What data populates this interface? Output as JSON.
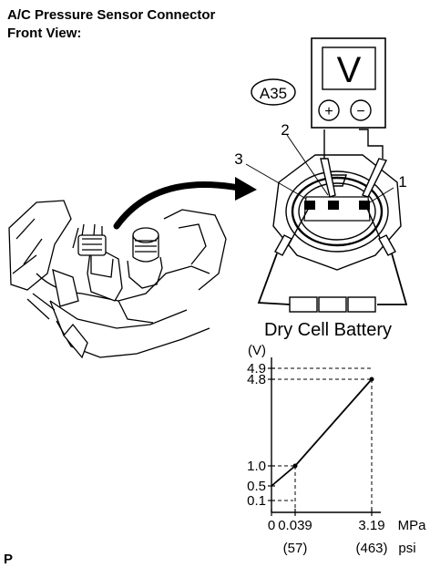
{
  "header": {
    "title_line1": "A/C Pressure Sensor Connector",
    "title_line2": "Front View:"
  },
  "connector": {
    "code": "A35",
    "pins": [
      "1",
      "2",
      "3"
    ]
  },
  "meter": {
    "display": "V",
    "plus": "+",
    "minus": "−"
  },
  "battery": {
    "label": "Dry Cell Battery"
  },
  "footer": {
    "mark": "P"
  },
  "chart_data": {
    "type": "line",
    "ylabel": "(V)",
    "xlabel": "",
    "x_unit_primary": "MPa",
    "x_unit_secondary": "psi",
    "x_ticks": [
      "0",
      "0.039",
      "3.19"
    ],
    "x_ticks_secondary": [
      "(57)",
      "(463)"
    ],
    "y_ticks": [
      "0.1",
      "0.5",
      "1.0",
      "4.8",
      "4.9"
    ],
    "series": [
      {
        "x": [
          0,
          0.039,
          3.19
        ],
        "y": [
          0.5,
          1.0,
          4.8
        ]
      }
    ]
  }
}
